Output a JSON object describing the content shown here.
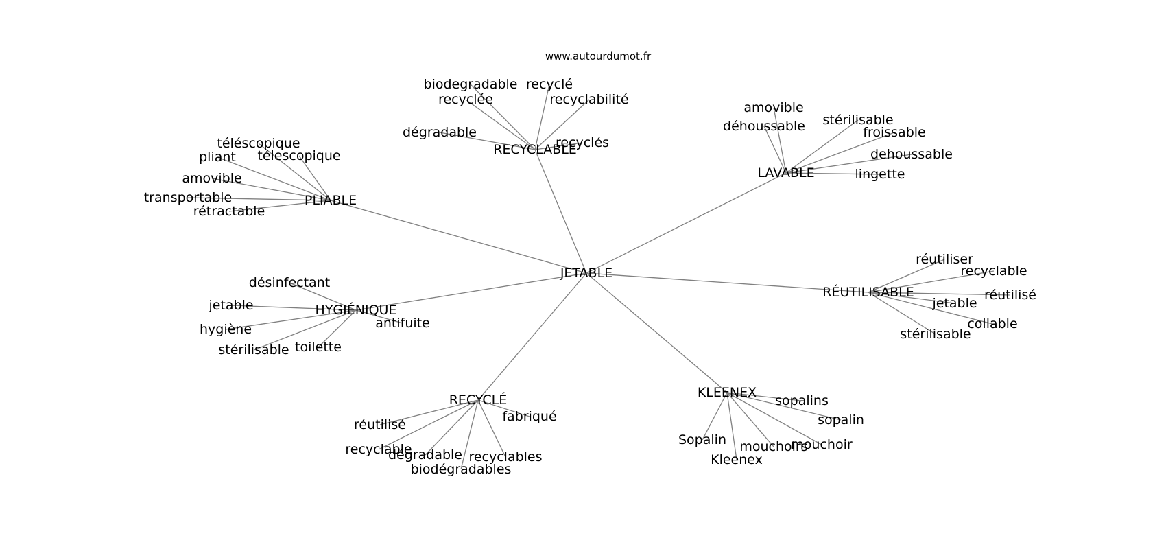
{
  "header": {
    "site": "www.autourdumot.fr"
  },
  "graph": {
    "center": "JETABLE",
    "clusters": [
      {
        "hub": "RECYCLABLE",
        "leaves": [
          "biodegradable",
          "recyclé",
          "recyclée",
          "recyclabilité",
          "dégradable",
          "recyclés"
        ]
      },
      {
        "hub": "LAVABLE",
        "leaves": [
          "amovible",
          "déhoussable",
          "stérilisable",
          "froissable",
          "dehoussable",
          "lingette"
        ]
      },
      {
        "hub": "PLIABLE",
        "leaves": [
          "téléscopique",
          "pliant",
          "télescopique",
          "amovible",
          "transportable",
          "rétractable"
        ]
      },
      {
        "hub": "RÉUTILISABLE",
        "leaves": [
          "réutiliser",
          "recyclable",
          "réutilisé",
          "jetable",
          "collable",
          "stérilisable"
        ]
      },
      {
        "hub": "HYGIÉNIQUE",
        "leaves": [
          "désinfectant",
          "jetable",
          "antifuite",
          "hygiène",
          "stérilisable",
          "toilette"
        ]
      },
      {
        "hub": "RECYCLÉ",
        "leaves": [
          "fabriqué",
          "réutilisé",
          "recyclable",
          "dégradable",
          "recyclables",
          "biodégradables"
        ]
      },
      {
        "hub": "KLEENEX",
        "leaves": [
          "sopalins",
          "sopalin",
          "Sopalin",
          "mouchoirs",
          "mouchoir",
          "Kleenex"
        ]
      }
    ]
  }
}
